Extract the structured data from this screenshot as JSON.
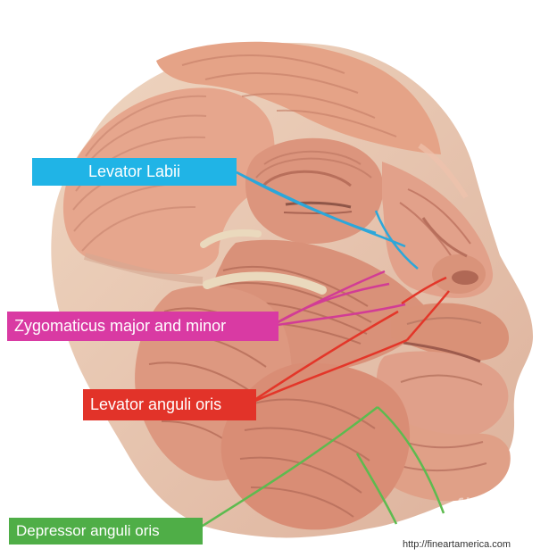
{
  "labels": {
    "levator_labii": "Levator Labii",
    "zygomaticus": "Zygomaticus major and minor",
    "levator_anguli_oris": "Levator anguli oris",
    "depressor_anguli_oris": "Depressor anguli oris"
  },
  "credit": "http://fineartamerica.com",
  "watermark": "fine a",
  "colors": {
    "levator_labii": "#20b4e6",
    "zygomaticus": "#d93aa3",
    "levator_anguli_oris": "#e23329",
    "depressor_anguli_oris": "#4fae47",
    "muscle_light": "#e6a68d",
    "muscle_mid": "#d98b73",
    "muscle_dark": "#b86f5b",
    "tendon": "#ead9bd"
  },
  "icons": {
    "head": "head-muscle-illustration"
  }
}
